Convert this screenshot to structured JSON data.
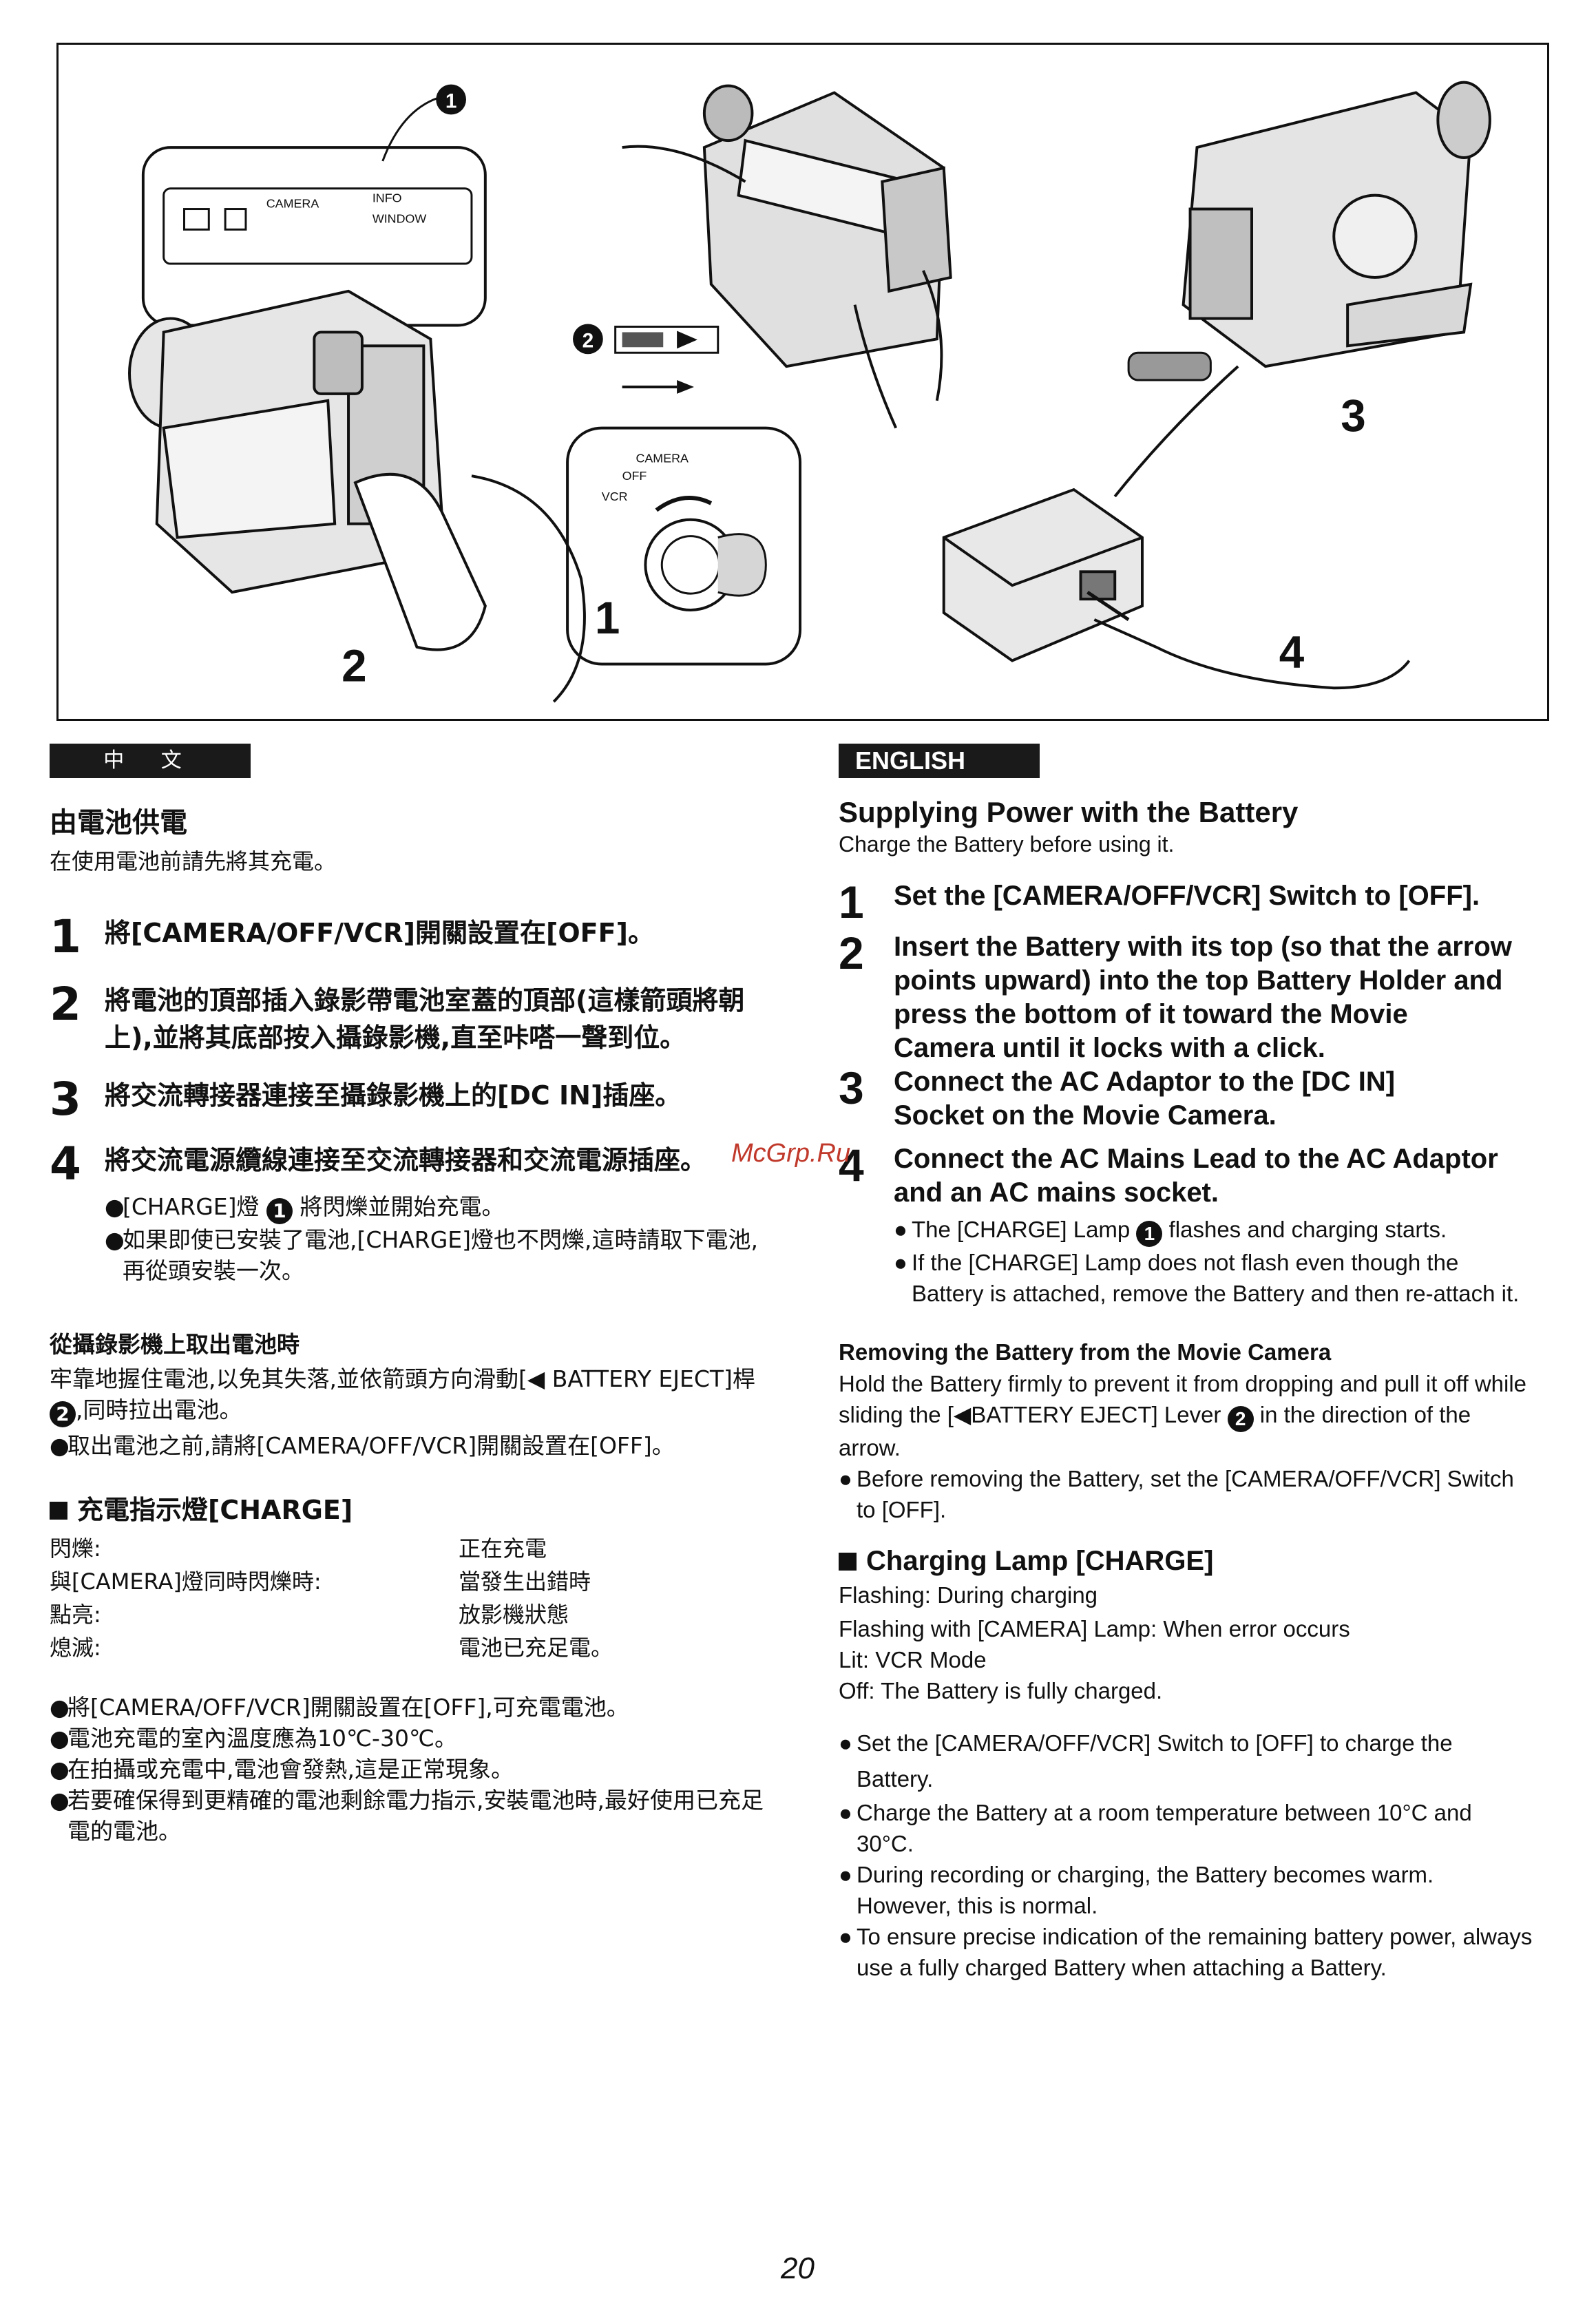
{
  "figure": {
    "callouts": [
      "1",
      "2",
      "3",
      "4"
    ],
    "marker_1": "1",
    "marker_2": "2",
    "lcd_info": "INFO",
    "lcd_window": "WINDOW",
    "lcd_camera": "CAMERA",
    "switch_camera": "CAMERA",
    "switch_off": "OFF",
    "switch_vcr": "VCR"
  },
  "zh": {
    "lang": "中 文",
    "title": "由電池供電",
    "subtitle": "在使用電池前請先將其充電。",
    "steps": [
      {
        "num": "1",
        "text": "將[CAMERA/OFF/VCR]開關設置在[OFF]。"
      },
      {
        "num": "2",
        "text": "將電池的頂部插入錄影帶電池室蓋的頂部(這樣箭頭將朝上),並將其底部按入攝錄影機,直至咔嗒一聲到位。"
      },
      {
        "num": "3",
        "text": "將交流轉接器連接至攝錄影機上的[DC IN]插座。"
      },
      {
        "num": "4",
        "text": "將交流電源纜線連接至交流轉接器和交流電源插座。"
      }
    ],
    "step4_bullets": [
      {
        "pre": "[CHARGE]燈",
        "marker": "1",
        "post": "將閃爍並開始充電。"
      },
      {
        "pre": "如果即使已安裝了電池,[CHARGE]燈也不閃爍,這時請取下電池,再從頭安裝一次。",
        "marker": "",
        "post": ""
      }
    ],
    "remove_title": "從攝錄影機上取出電池時",
    "remove_text_pre": "牢靠地握住電池,以免其失落,並依箭頭方向滑動[◀ BATTERY EJECT]桿",
    "remove_marker": "2",
    "remove_text_post": ",同時拉出電池。",
    "remove_bullet": "取出電池之前,請將[CAMERA/OFF/VCR]開關設置在[OFF]。",
    "lamp_title": "充電指示燈[CHARGE]",
    "lamp_rows": [
      {
        "k": "閃爍:",
        "v": "正在充電"
      },
      {
        "k": "與[CAMERA]燈同時閃爍時:",
        "v": "當發生出錯時"
      },
      {
        "k": "點亮:",
        "v": "放影機狀態"
      },
      {
        "k": "熄滅:",
        "v": "電池已充足電。"
      }
    ],
    "notes": [
      "將[CAMERA/OFF/VCR]開關設置在[OFF],可充電電池。",
      "電池充電的室內溫度應為10℃-30℃。",
      "在拍攝或充電中,電池會發熱,這是正常現象。",
      "若要確保得到更精確的電池剩餘電力指示,安裝電池時,最好使用已充足電的電池。"
    ]
  },
  "en": {
    "lang": "ENGLISH",
    "title": "Supplying Power with the Battery",
    "subtitle": "Charge the Battery before using it.",
    "steps": [
      {
        "num": "1",
        "text": "Set the [CAMERA/OFF/VCR] Switch to [OFF]."
      },
      {
        "num": "2",
        "text": "Insert the Battery with its top (so that the arrow points upward) into the top Battery Holder and press the bottom of it toward the Movie Camera until it locks with a click."
      },
      {
        "num": "3",
        "text": "Connect the AC Adaptor to the [DC IN] Socket on the Movie Camera."
      },
      {
        "num": "4",
        "text": "Connect the AC Mains Lead to the AC Adaptor and an AC mains socket."
      }
    ],
    "step4_bullets": [
      {
        "pre": "The [CHARGE] Lamp",
        "marker": "1",
        "post": "flashes and charging starts."
      },
      {
        "pre": "If the [CHARGE] Lamp does not flash even though the Battery is attached, remove the Battery and then re-attach it.",
        "marker": "",
        "post": ""
      }
    ],
    "remove_title": "Removing the Battery from the Movie Camera",
    "remove_text_pre": "Hold the Battery firmly to prevent it from dropping and pull it off while sliding the [◀BATTERY EJECT] Lever",
    "remove_marker": "2",
    "remove_text_post": "in the direction of the arrow.",
    "remove_bullet": "Before removing the Battery, set the [CAMERA/OFF/VCR] Switch to [OFF].",
    "lamp_title": "Charging Lamp [CHARGE]",
    "lamp_rows": [
      "Flashing: During charging",
      "Flashing with [CAMERA] Lamp: When error occurs",
      "Lit: VCR Mode",
      "Off: The Battery is fully charged."
    ],
    "notes": [
      "Set the [CAMERA/OFF/VCR] Switch to [OFF] to charge the Battery.",
      "Charge the Battery at a room temperature between 10°C and 30°C.",
      "During recording or charging, the Battery becomes warm. However, this is normal.",
      "To ensure precise indication of the remaining battery power, always use a fully charged Battery when attaching a Battery."
    ]
  },
  "watermark": "McGrp.Ru",
  "page_number": "20"
}
